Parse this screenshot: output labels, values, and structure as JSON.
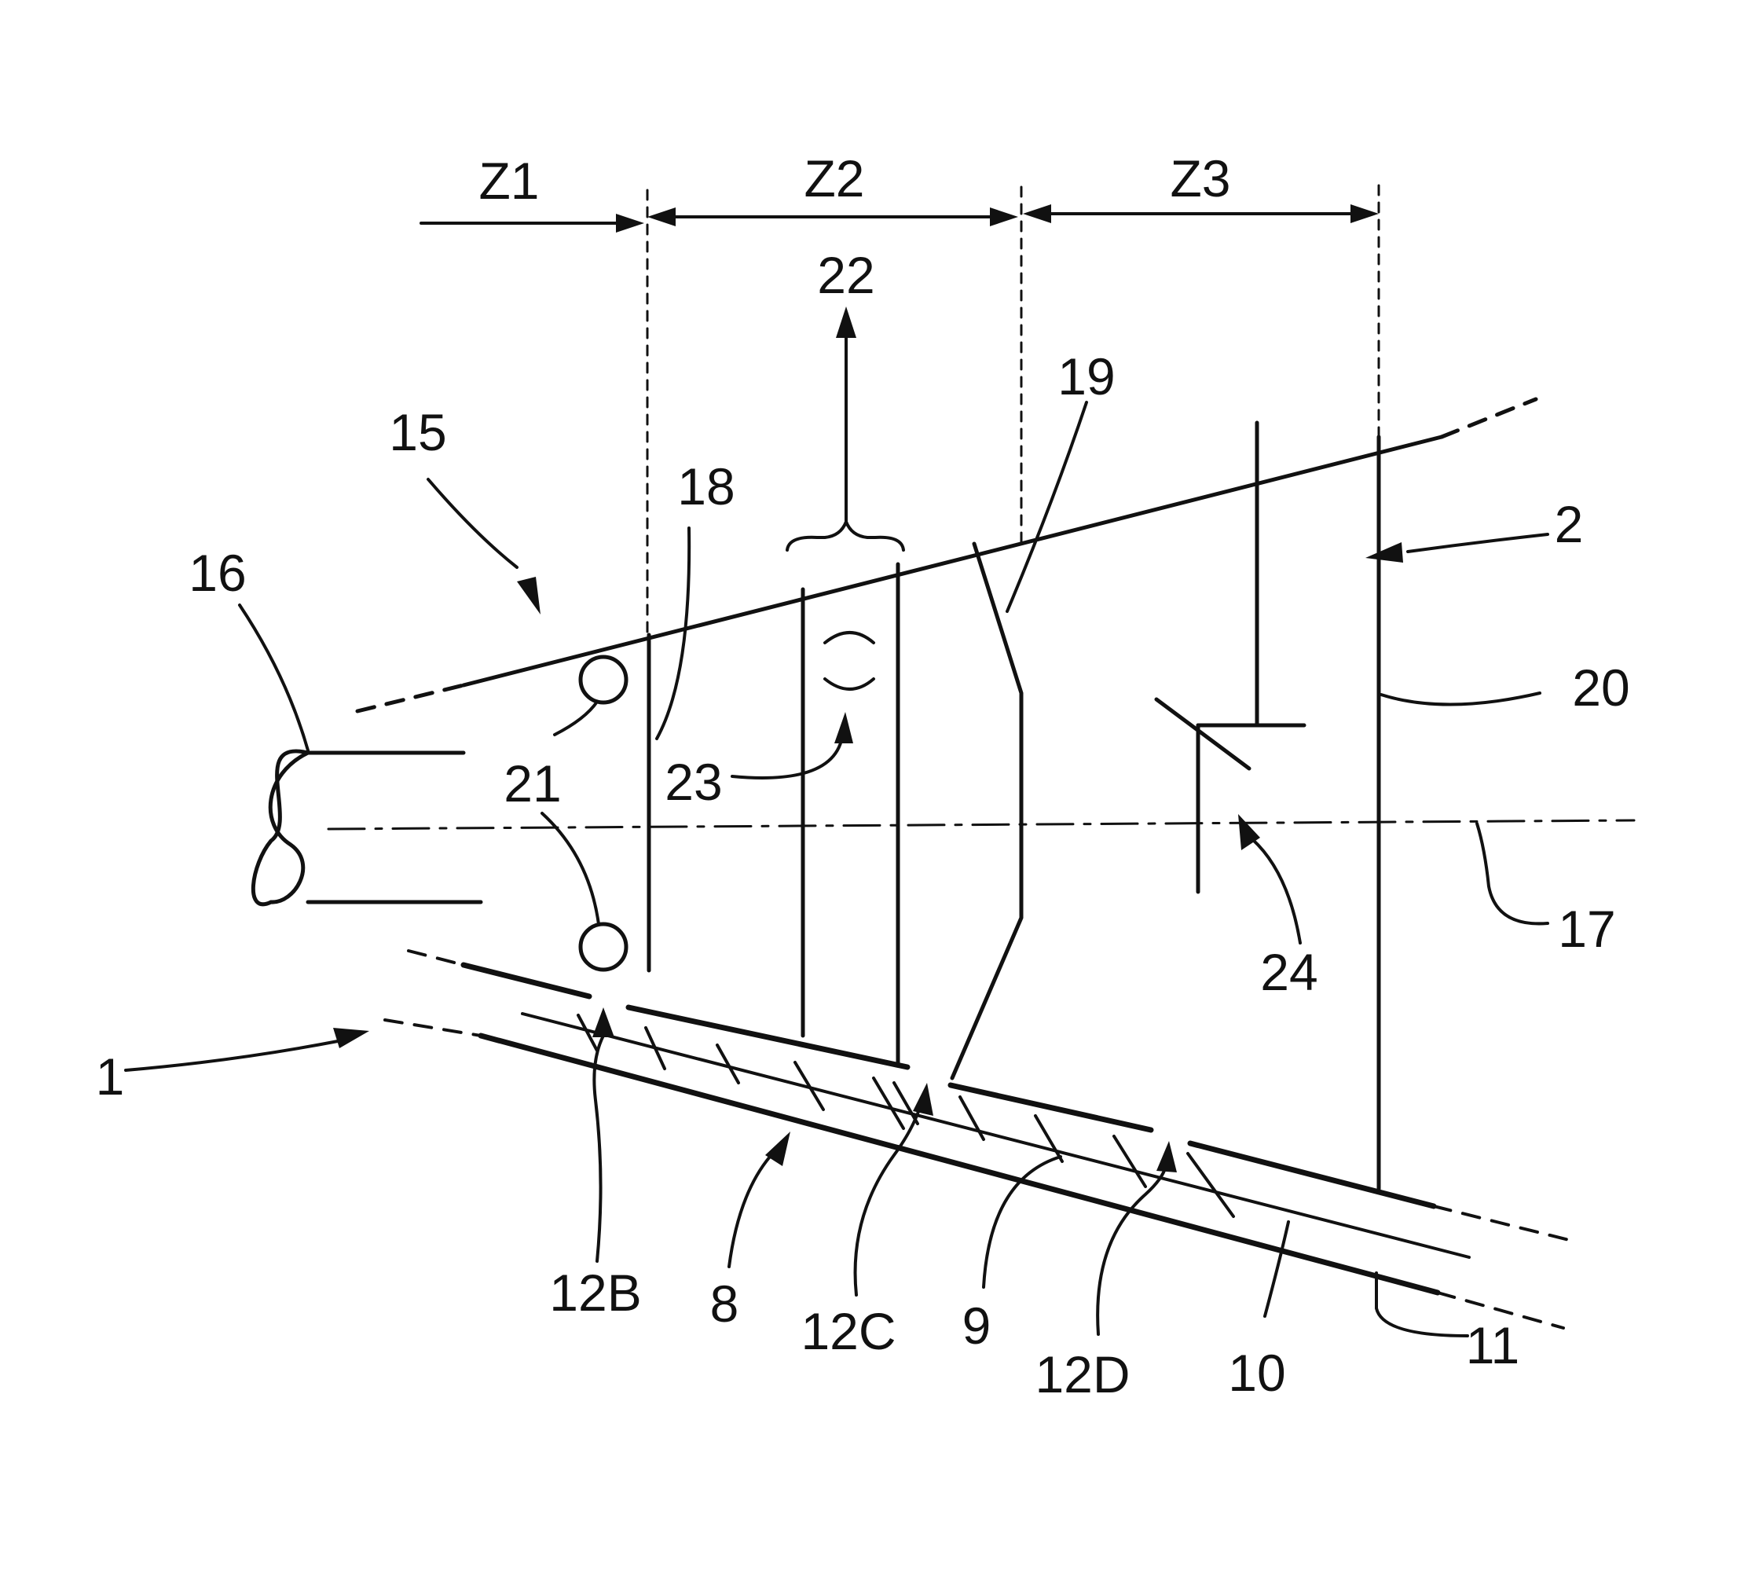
{
  "figure": {
    "zones": [
      "Z1",
      "Z2",
      "Z3"
    ],
    "reference_numerals": [
      "1",
      "2",
      "8",
      "9",
      "10",
      "11",
      "12B",
      "12C",
      "12D",
      "15",
      "16",
      "17",
      "18",
      "19",
      "20",
      "21",
      "21",
      "22",
      "23",
      "24"
    ]
  },
  "labels": {
    "z1": "Z1",
    "z2": "Z2",
    "z3": "Z3",
    "n1": "1",
    "n2": "2",
    "n8": "8",
    "n9": "9",
    "n10": "10",
    "n11": "11",
    "n12b": "12B",
    "n12c": "12C",
    "n12d": "12D",
    "n15": "15",
    "n16": "16",
    "n17": "17",
    "n18": "18",
    "n19": "19",
    "n20": "20",
    "n21a": "21",
    "n21b": "21",
    "n22": "22",
    "n23": "23",
    "n24": "24"
  },
  "colors": {
    "ink": "#111111",
    "background": "#ffffff"
  }
}
